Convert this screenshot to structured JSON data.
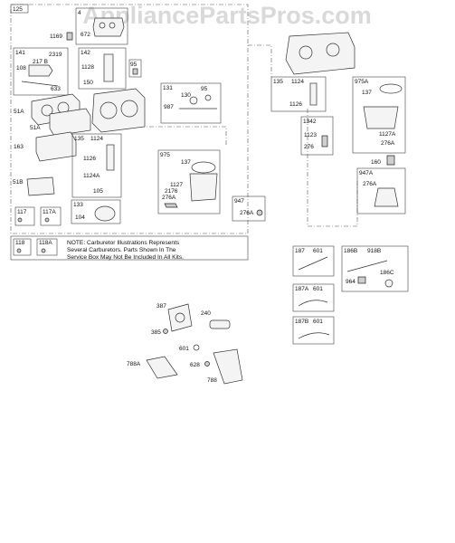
{
  "watermark": "AppliancePartsPros.com",
  "note_lines": [
    "NOTE:  Carburetor  Illustrations  Represents",
    "Several  Carburetors.  Parts  Shown  In  The",
    "Service Box May Not Be Included In All Kits."
  ],
  "labels": {
    "l125": "125",
    "l4": "4",
    "l672": "672",
    "l1169": "1169",
    "l141": "141",
    "l2319": "2319",
    "l217b": "217 B",
    "l108": "108",
    "l633": "633",
    "l142": "142",
    "l1128": "1128",
    "l150": "150",
    "l95": "95",
    "l51a_1": "51A",
    "l51a_2": "51A",
    "l163": "163",
    "l131": "131",
    "l130": "130",
    "l959": "95",
    "l987": "987",
    "l135a": "135",
    "l1124a": "1124",
    "l1126a": "1126",
    "l1124A": "1124A",
    "l105": "105",
    "l975": "975",
    "l137a": "137",
    "l1127": "1127",
    "l2176": "2176",
    "l276a_1": "276A",
    "l947": "947",
    "l276a_2": "276A",
    "l51b": "51B",
    "l133": "133",
    "l104": "104",
    "l117": "117",
    "l117a": "117A",
    "l118": "118",
    "l118a": "118A",
    "l135b": "135",
    "l1124b": "1124",
    "l1126b": "1126",
    "l975a": "975A",
    "l137b": "137",
    "l1342": "1342",
    "l1123": "1123",
    "l276": "276",
    "l1127a": "1127A",
    "l276a_3": "276A",
    "l160": "160",
    "l947a": "947A",
    "l276a_4": "276A",
    "l187": "187",
    "l601a": "601",
    "l186b": "186B",
    "l918b": "918B",
    "l964": "964",
    "l186c": "186C",
    "l187a": "187A",
    "l601b": "601",
    "l187b": "187B",
    "l601c": "601",
    "l387": "387",
    "l240": "240",
    "l385": "385",
    "l601d": "601",
    "l788a": "788A",
    "l628": "628",
    "l788": "788"
  },
  "colors": {
    "line": "#333333",
    "box": "#444444",
    "watermark": "#d9d9d9"
  }
}
